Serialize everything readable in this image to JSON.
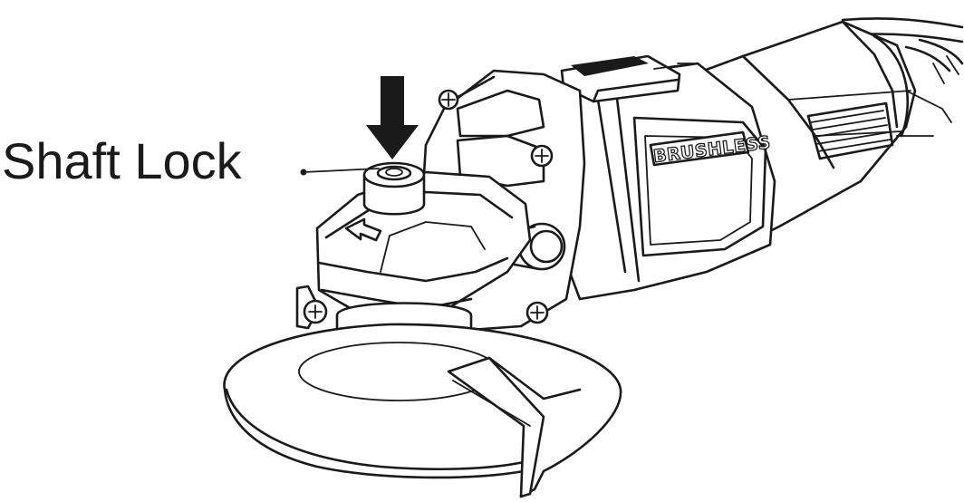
{
  "callout": {
    "label": "Shaft Lock"
  },
  "tool": {
    "housing_badge": "BRUSHLESS"
  },
  "colors": {
    "line": "#1a1a1a",
    "background": "#ffffff"
  },
  "icons": {
    "arrow": "down-arrow-icon",
    "leader_dot": "leader-dot",
    "rotation_arrow": "left-arrow-icon"
  }
}
